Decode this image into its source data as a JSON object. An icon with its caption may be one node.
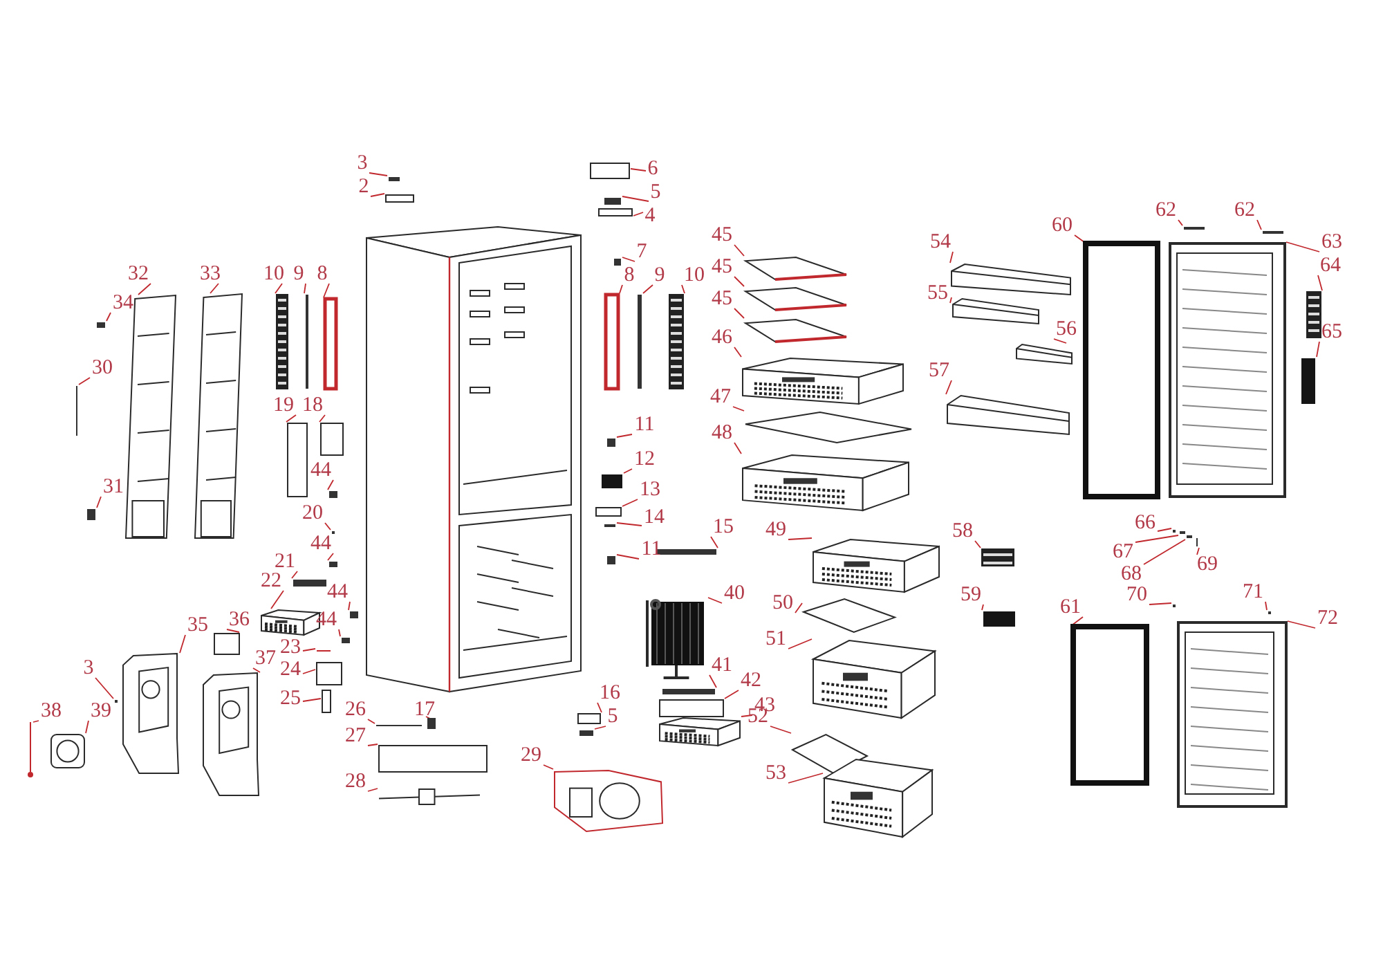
{
  "diagram": {
    "nodes": [
      {
        "text": [
          "3"
        ]
      },
      {
        "text": [],
        "shape": "box"
      },
      {
        "text": [
          "2"
        ]
      },
      {
        "text": [],
        "shape": "box"
      },
      {
        "text": [
          "6"
        ]
      },
      {
        "text": [],
        "shape": "box"
      },
      {
        "text": [
          "5"
        ]
      },
      {
        "text": [],
        "shape": "box"
      },
      {
        "text": [
          "4"
        ]
      },
      {
        "text": [],
        "shape": "box"
      },
      {
        "text": [
          "32"
        ]
      },
      {
        "text": [],
        "shape": "picture"
      },
      {
        "text": [
          "33"
        ]
      },
      {
        "text": [],
        "shape": "picture"
      },
      {
        "text": [
          "10"
        ]
      },
      {
        "text": [],
        "shape": "picture"
      },
      {
        "text": [
          "9"
        ]
      },
      {
        "text": [],
        "shape": "box"
      },
      {
        "text": [
          "8"
        ]
      },
      {
        "text": [],
        "shape": "box"
      },
      {
        "text": [
          "34"
        ]
      },
      {
        "text": [],
        "shape": "box"
      },
      {
        "text": [
          "30"
        ]
      },
      {
        "text": [],
        "shape": "box"
      },
      {
        "text": [
          "19"
        ]
      },
      {
        "text": [],
        "shape": "box"
      },
      {
        "text": [
          "18"
        ]
      },
      {
        "text": [],
        "shape": "box"
      },
      {
        "text": [
          "44"
        ]
      },
      {
        "text": [],
        "shape": "box"
      },
      {
        "text": [
          "31"
        ]
      },
      {
        "text": [],
        "shape": "box"
      },
      {
        "text": [
          "20"
        ]
      },
      {
        "text": [],
        "shape": "box"
      },
      {
        "text": [
          "44"
        ]
      },
      {
        "text": [],
        "shape": "box"
      },
      {
        "text": [
          "21"
        ]
      },
      {
        "text": [],
        "shape": "box"
      },
      {
        "text": [
          "22"
        ]
      },
      {
        "text": [],
        "shape": "picture"
      },
      {
        "text": [
          "44"
        ]
      },
      {
        "text": [],
        "shape": "box"
      },
      {
        "text": [
          "44"
        ]
      },
      {
        "text": [],
        "shape": "box"
      },
      {
        "text": [
          "36"
        ]
      },
      {
        "text": [],
        "shape": "box"
      },
      {
        "text": [
          "35"
        ]
      },
      {
        "text": [],
        "shape": "picture"
      },
      {
        "text": [
          "23"
        ]
      },
      {
        "text": [],
        "shape": "box"
      },
      {
        "text": [
          "24"
        ]
      },
      {
        "text": [],
        "shape": "box"
      },
      {
        "text": [
          "37"
        ]
      },
      {
        "text": [],
        "shape": "picture"
      },
      {
        "text": [
          "25"
        ]
      },
      {
        "text": [],
        "shape": "box"
      },
      {
        "text": [
          "3"
        ]
      },
      {
        "text": [],
        "shape": "box"
      },
      {
        "text": [
          "38"
        ]
      },
      {
        "text": [],
        "shape": "picture"
      },
      {
        "text": [
          "39"
        ]
      },
      {
        "text": [],
        "shape": "picture"
      },
      {
        "text": [
          "7"
        ]
      },
      {
        "text": [],
        "shape": "box"
      },
      {
        "text": [
          "8"
        ]
      },
      {
        "text": [],
        "shape": "box"
      },
      {
        "text": [
          "9"
        ]
      },
      {
        "text": [],
        "shape": "box"
      },
      {
        "text": [
          "10"
        ]
      },
      {
        "text": [],
        "shape": "picture"
      },
      {
        "text": [
          "11"
        ]
      },
      {
        "text": [],
        "shape": "box"
      },
      {
        "text": [
          "12"
        ]
      },
      {
        "text": [],
        "shape": "box"
      },
      {
        "text": [
          "13"
        ]
      },
      {
        "text": [],
        "shape": "box"
      },
      {
        "text": [
          "14"
        ]
      },
      {
        "text": [],
        "shape": "box"
      },
      {
        "text": [
          "11"
        ]
      },
      {
        "text": [],
        "shape": "box"
      },
      {
        "text": [
          "15"
        ]
      },
      {
        "text": [],
        "shape": "box"
      },
      {
        "text": [
          "40"
        ]
      },
      {
        "text": [],
        "shape": "picture"
      },
      {
        "text": [
          "41"
        ]
      },
      {
        "text": [],
        "shape": "box"
      },
      {
        "text": [
          "42"
        ]
      },
      {
        "text": [],
        "shape": "box"
      },
      {
        "text": [
          "43"
        ]
      },
      {
        "text": [],
        "shape": "picture"
      },
      {
        "text": [
          "16"
        ]
      },
      {
        "text": [],
        "shape": "box"
      },
      {
        "text": [
          "5"
        ]
      },
      {
        "text": [],
        "shape": "box"
      },
      {
        "text": [
          "26"
        ]
      },
      {
        "text": [],
        "shape": "box"
      },
      {
        "text": [
          "17"
        ]
      },
      {
        "text": [],
        "shape": "box"
      },
      {
        "text": [
          "27"
        ]
      },
      {
        "text": [],
        "shape": "box"
      },
      {
        "text": [
          "28"
        ]
      },
      {
        "text": [],
        "shape": "picture"
      },
      {
        "text": [
          "29"
        ]
      },
      {
        "text": [],
        "shape": "picture"
      },
      {
        "text": [
          "45"
        ]
      },
      {
        "text": [],
        "shape": "picture"
      },
      {
        "text": [
          "45"
        ]
      },
      {
        "text": [],
        "shape": "picture"
      },
      {
        "text": [
          "45"
        ]
      },
      {
        "text": [],
        "shape": "picture"
      },
      {
        "text": [
          "46"
        ]
      },
      {
        "text": [],
        "shape": "picture"
      },
      {
        "text": [
          "47"
        ]
      },
      {
        "text": [],
        "shape": "picture"
      },
      {
        "text": [
          "48"
        ]
      },
      {
        "text": [],
        "shape": "picture"
      },
      {
        "text": [
          "49"
        ]
      },
      {
        "text": [],
        "shape": "picture"
      },
      {
        "text": [
          "50"
        ]
      },
      {
        "text": [],
        "shape": "picture"
      },
      {
        "text": [
          "51"
        ]
      },
      {
        "text": [],
        "shape": "picture"
      },
      {
        "text": [
          "52"
        ]
      },
      {
        "text": [],
        "shape": "picture"
      },
      {
        "text": [
          "53"
        ]
      },
      {
        "text": [],
        "shape": "picture"
      },
      {
        "text": [
          "54"
        ]
      },
      {
        "text": [],
        "shape": "picture"
      },
      {
        "text": [
          "55"
        ]
      },
      {
        "text": [],
        "shape": "picture"
      },
      {
        "text": [
          "56"
        ]
      },
      {
        "text": [],
        "shape": "picture"
      },
      {
        "text": [
          "57"
        ]
      },
      {
        "text": [],
        "shape": "picture"
      },
      {
        "text": [
          "60"
        ]
      },
      {
        "text": [],
        "shape": "box"
      },
      {
        "text": [
          "62"
        ]
      },
      {
        "text": [],
        "shape": "box"
      },
      {
        "text": [
          "62"
        ]
      },
      {
        "text": [],
        "shape": "box"
      },
      {
        "text": [
          "63"
        ]
      },
      {
        "text": [],
        "shape": "picture"
      },
      {
        "text": [
          "64"
        ]
      },
      {
        "text": [],
        "shape": "picture"
      },
      {
        "text": [
          "65"
        ]
      },
      {
        "text": [],
        "shape": "box"
      },
      {
        "text": [
          "58"
        ]
      },
      {
        "text": [],
        "shape": "picture"
      },
      {
        "text": [
          "59"
        ]
      },
      {
        "text": [],
        "shape": "box"
      },
      {
        "text": [
          "66"
        ]
      },
      {
        "text": [],
        "shape": "box"
      },
      {
        "text": [
          "67"
        ]
      },
      {
        "text": [],
        "shape": "box"
      },
      {
        "text": [
          "68"
        ]
      },
      {
        "text": [],
        "shape": "box"
      },
      {
        "text": [
          "69"
        ]
      },
      {
        "text": [],
        "shape": "box"
      },
      {
        "text": [
          "70"
        ]
      },
      {
        "text": [],
        "shape": "box"
      },
      {
        "text": [
          "71"
        ]
      },
      {
        "text": [],
        "shape": "box"
      },
      {
        "text": [
          "61"
        ]
      },
      {
        "text": [],
        "shape": "box"
      },
      {
        "text": [
          "72"
        ]
      },
      {
        "text": [],
        "shape": "picture"
      }
    ],
    "edges": [
      {
        "from": 0,
        "to": 1,
        "arrow": "none"
      },
      {
        "from": 2,
        "to": 3,
        "arrow": "none"
      },
      {
        "from": 4,
        "to": 5,
        "arrow": "none"
      },
      {
        "from": 6,
        "to": 7,
        "arrow": "none"
      },
      {
        "from": 8,
        "to": 9,
        "arrow": "none"
      },
      {
        "from": 10,
        "to": 11,
        "arrow": "none"
      },
      {
        "from": 12,
        "to": 13,
        "arrow": "none"
      },
      {
        "from": 14,
        "to": 15,
        "arrow": "none"
      },
      {
        "from": 16,
        "to": 17,
        "arrow": "none"
      },
      {
        "from": 18,
        "to": 19,
        "arrow": "none"
      },
      {
        "from": 20,
        "to": 21,
        "arrow": "none"
      },
      {
        "from": 22,
        "to": 23,
        "arrow": "none"
      },
      {
        "from": 24,
        "to": 25,
        "arrow": "none"
      },
      {
        "from": 26,
        "to": 27,
        "arrow": "none"
      },
      {
        "from": 28,
        "to": 29,
        "arrow": "none"
      },
      {
        "from": 30,
        "to": 31,
        "arrow": "none"
      },
      {
        "from": 32,
        "to": 33,
        "arrow": "none"
      },
      {
        "from": 34,
        "to": 35,
        "arrow": "none"
      },
      {
        "from": 36,
        "to": 37,
        "arrow": "none"
      },
      {
        "from": 38,
        "to": 39,
        "arrow": "none"
      },
      {
        "from": 40,
        "to": 41,
        "arrow": "none"
      },
      {
        "from": 42,
        "to": 43,
        "arrow": "none"
      },
      {
        "from": 44,
        "to": 45,
        "arrow": "none"
      },
      {
        "from": 46,
        "to": 47,
        "arrow": "none"
      },
      {
        "from": 48,
        "to": 49,
        "arrow": "none"
      },
      {
        "from": 50,
        "to": 51,
        "arrow": "none"
      },
      {
        "from": 52,
        "to": 53,
        "arrow": "none"
      },
      {
        "from": 54,
        "to": 55,
        "arrow": "none"
      },
      {
        "from": 56,
        "to": 57,
        "arrow": "none"
      },
      {
        "from": 58,
        "to": 59,
        "arrow": "none"
      },
      {
        "from": 60,
        "to": 61,
        "arrow": "none"
      },
      {
        "from": 62,
        "to": 63,
        "arrow": "none"
      },
      {
        "from": 64,
        "to": 65,
        "arrow": "none"
      },
      {
        "from": 66,
        "to": 67,
        "arrow": "none"
      },
      {
        "from": 68,
        "to": 69,
        "arrow": "none"
      },
      {
        "from": 70,
        "to": 71,
        "arrow": "none"
      },
      {
        "from": 72,
        "to": 73,
        "arrow": "none"
      },
      {
        "from": 74,
        "to": 75,
        "arrow": "none"
      },
      {
        "from": 76,
        "to": 77,
        "arrow": "none"
      },
      {
        "from": 78,
        "to": 79,
        "arrow": "none"
      },
      {
        "from": 80,
        "to": 81,
        "arrow": "none"
      },
      {
        "from": 82,
        "to": 83,
        "arrow": "none"
      },
      {
        "from": 84,
        "to": 85,
        "arrow": "none"
      },
      {
        "from": 86,
        "to": 87,
        "arrow": "none"
      },
      {
        "from": 88,
        "to": 89,
        "arrow": "none"
      },
      {
        "from": 90,
        "to": 91,
        "arrow": "none"
      },
      {
        "from": 92,
        "to": 93,
        "arrow": "none"
      },
      {
        "from": 94,
        "to": 95,
        "arrow": "none"
      },
      {
        "from": 96,
        "to": 97,
        "arrow": "none"
      },
      {
        "from": 98,
        "to": 99,
        "arrow": "none"
      },
      {
        "from": 100,
        "to": 101,
        "arrow": "none"
      },
      {
        "from": 102,
        "to": 103,
        "arrow": "none"
      },
      {
        "from": 104,
        "to": 105,
        "arrow": "none"
      },
      {
        "from": 106,
        "to": 107,
        "arrow": "none"
      },
      {
        "from": 108,
        "to": 109,
        "arrow": "none"
      },
      {
        "from": 110,
        "to": 111,
        "arrow": "none"
      },
      {
        "from": 112,
        "to": 113,
        "arrow": "none"
      },
      {
        "from": 114,
        "to": 115,
        "arrow": "none"
      },
      {
        "from": 116,
        "to": 117,
        "arrow": "none"
      },
      {
        "from": 118,
        "to": 119,
        "arrow": "none"
      },
      {
        "from": 120,
        "to": 121,
        "arrow": "none"
      },
      {
        "from": 122,
        "to": 123,
        "arrow": "none"
      },
      {
        "from": 124,
        "to": 125,
        "arrow": "none"
      },
      {
        "from": 126,
        "to": 127,
        "arrow": "none"
      },
      {
        "from": 128,
        "to": 129,
        "arrow": "none"
      },
      {
        "from": 130,
        "to": 131,
        "arrow": "none"
      },
      {
        "from": 132,
        "to": 133,
        "arrow": "none"
      },
      {
        "from": 134,
        "to": 135,
        "arrow": "none"
      },
      {
        "from": 136,
        "to": 137,
        "arrow": "none"
      },
      {
        "from": 138,
        "to": 139,
        "arrow": "none"
      },
      {
        "from": 140,
        "to": 141,
        "arrow": "none"
      },
      {
        "from": 142,
        "to": 143,
        "arrow": "none"
      },
      {
        "from": 144,
        "to": 145,
        "arrow": "none"
      },
      {
        "from": 146,
        "to": 147,
        "arrow": "none"
      },
      {
        "from": 148,
        "to": 149,
        "arrow": "none"
      },
      {
        "from": 150,
        "to": 151,
        "arrow": "none"
      },
      {
        "from": 152,
        "to": 153,
        "arrow": "none"
      },
      {
        "from": 154,
        "to": 155,
        "arrow": "none"
      },
      {
        "from": 156,
        "to": 157,
        "arrow": "none"
      },
      {
        "from": 158,
        "to": 159,
        "arrow": "none"
      },
      {
        "from": 160,
        "to": 161,
        "arrow": "none"
      },
      {
        "from": 162,
        "to": 163,
        "arrow": "none"
      },
      {
        "from": 164,
        "to": 165,
        "arrow": "none"
      }
    ]
  }
}
